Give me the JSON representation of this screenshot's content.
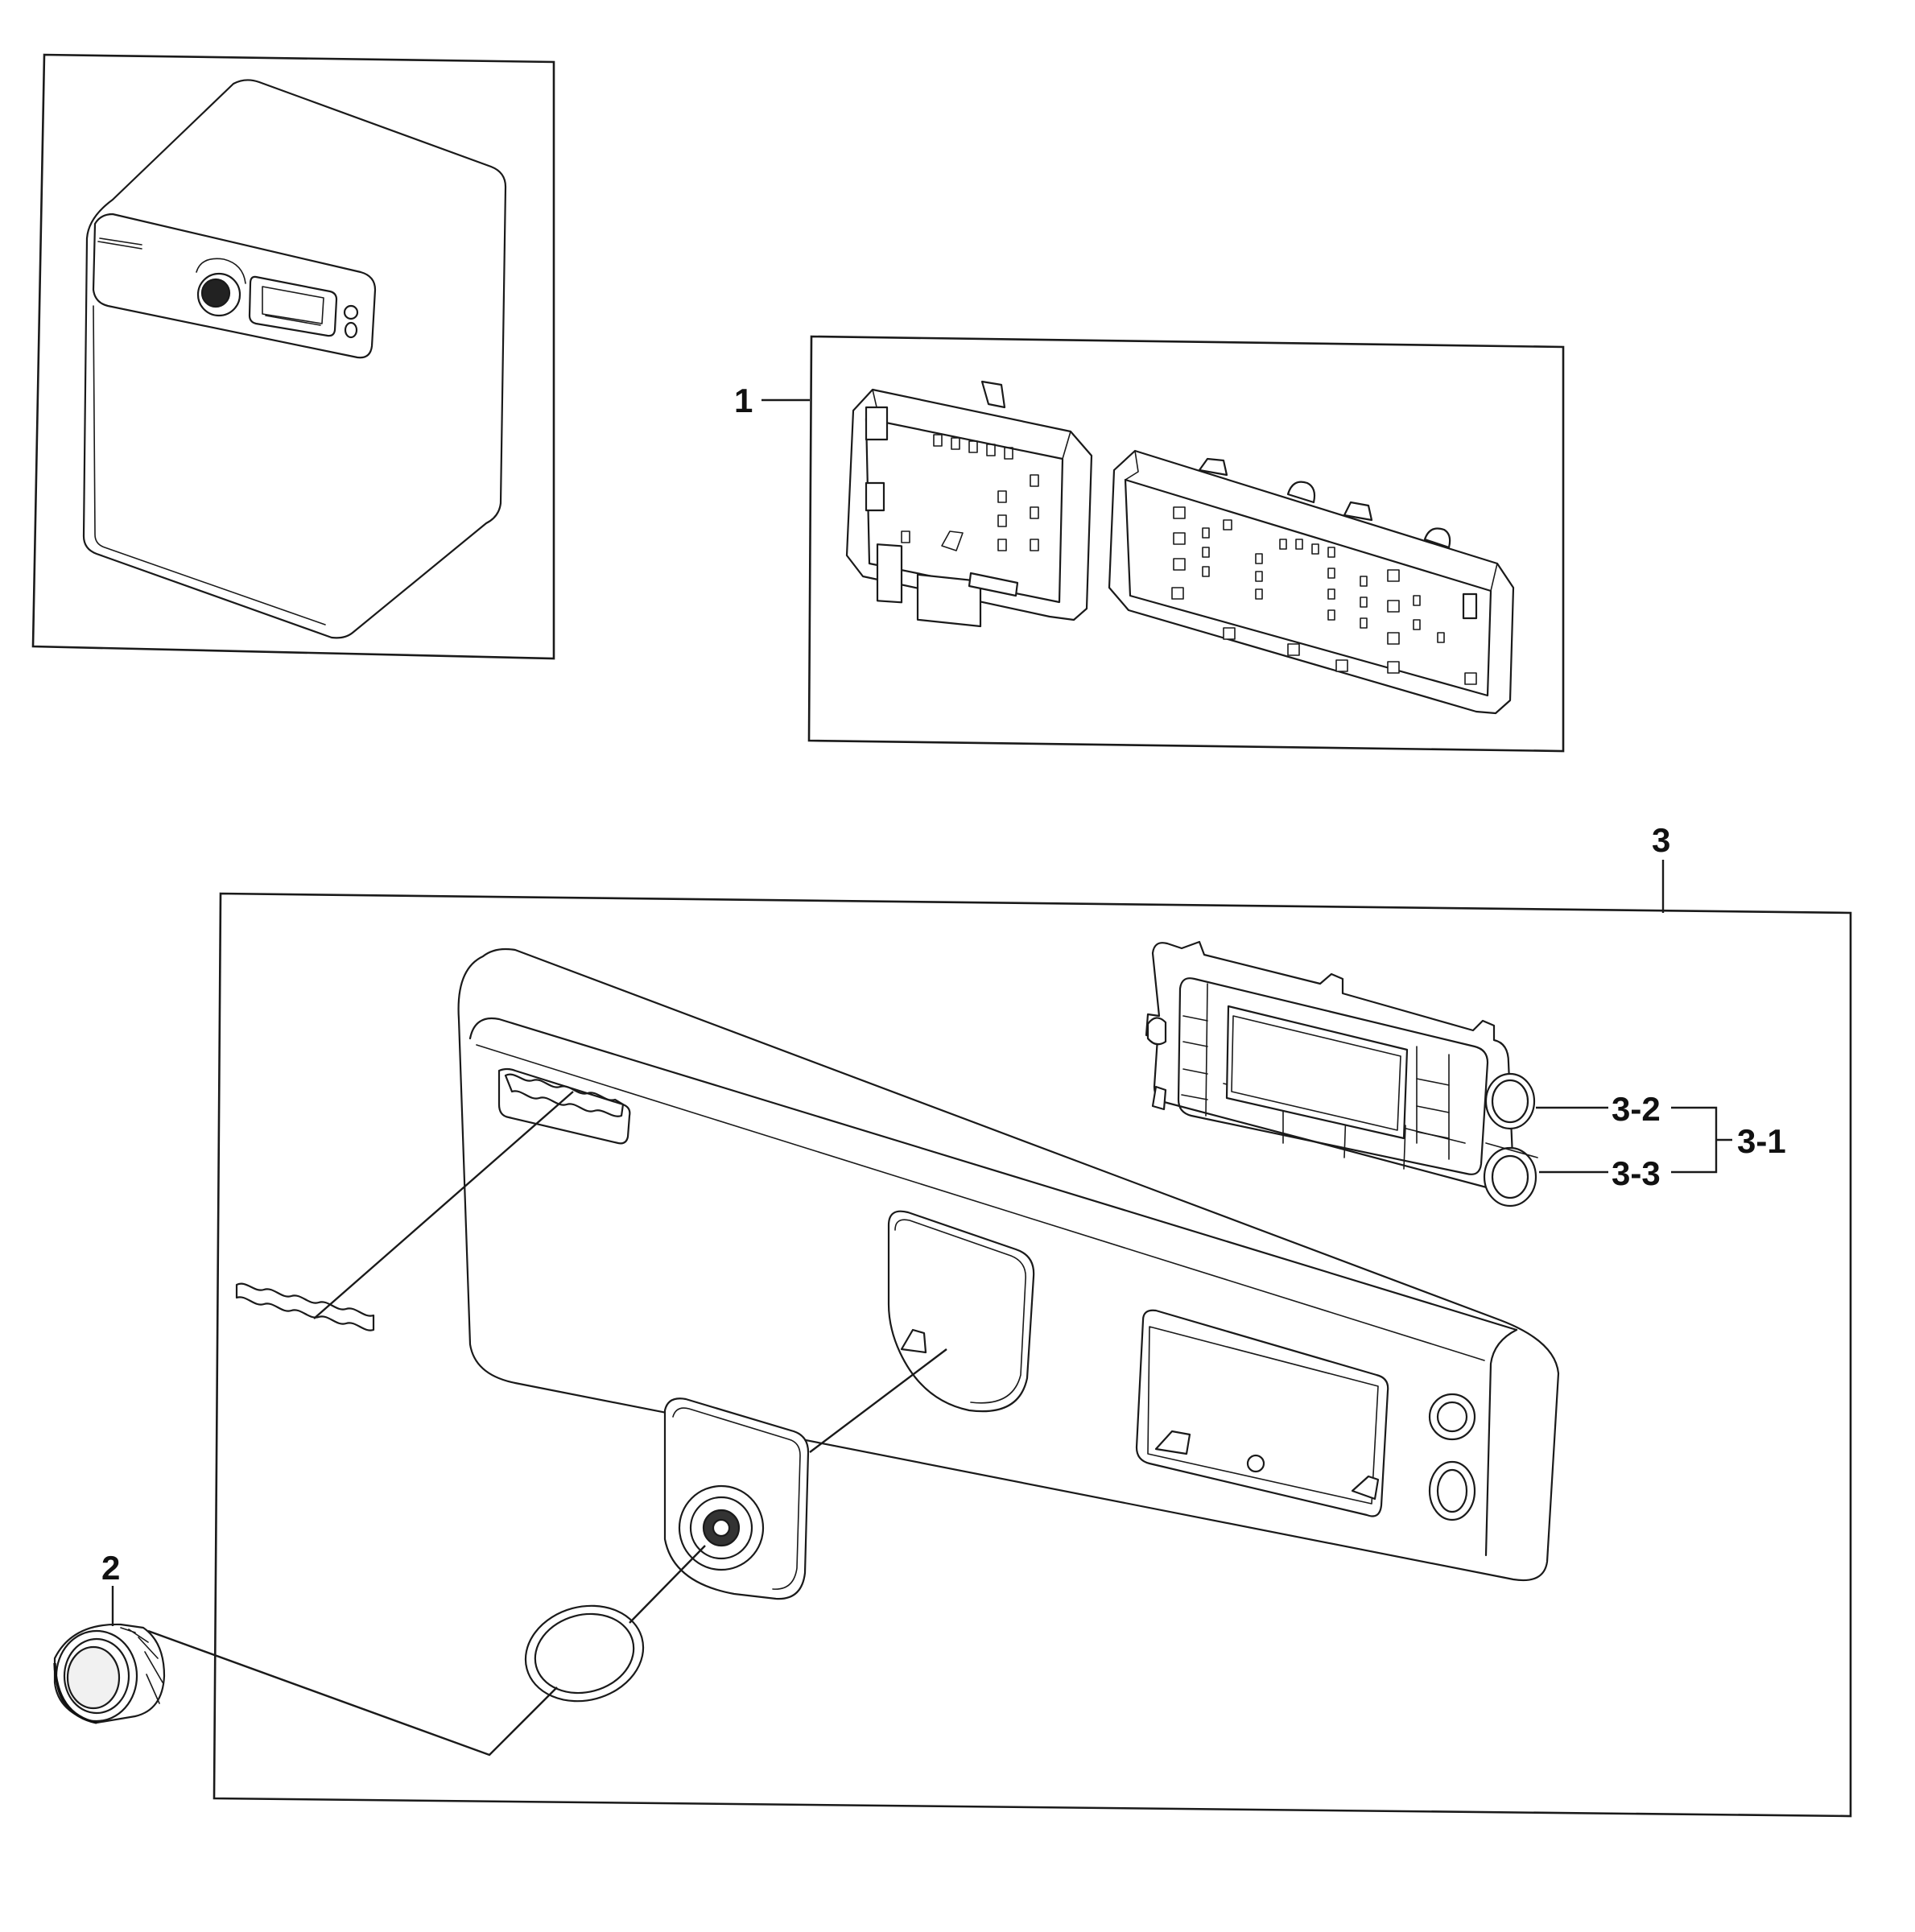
{
  "callouts": {
    "part_1": "1",
    "part_2": "2",
    "part_3": "3",
    "part_3_1": "3-1",
    "part_3_2": "3-2",
    "part_3_3": "3-3"
  },
  "icons": {
    "appliance_overview": "dryer-appliance-icon",
    "pcb_assembly": "pcb-assembly-icon",
    "control_panel": "control-panel-icon",
    "knob": "knob-icon",
    "display_module": "display-module-icon"
  }
}
